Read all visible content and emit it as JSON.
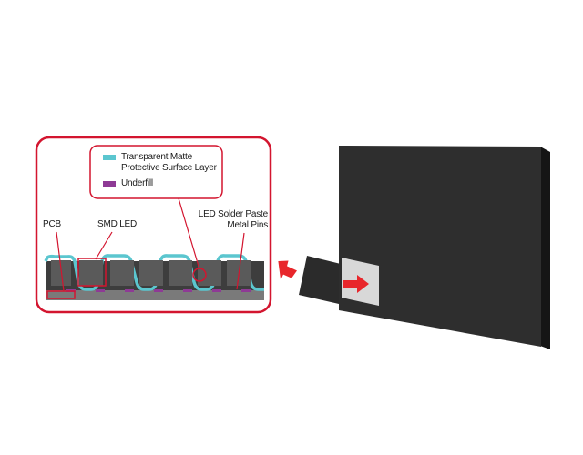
{
  "legend": {
    "items": [
      {
        "label_lines": [
          "Transparent Matte",
          "Protective Surface Layer"
        ],
        "color": "#5bc6cf"
      },
      {
        "label_lines": [
          "Underfill"
        ],
        "color": "#8e3a95"
      }
    ]
  },
  "labels": {
    "pcb": "PCB",
    "smd_led": "SMD LED",
    "solder_line1": "LED Solder Paste",
    "solder_line2": "Metal Pins"
  },
  "colors": {
    "frame": "#d3152f",
    "arrow": "#e8262b",
    "panel": "#2b2b2b",
    "panel_side": "#141414",
    "led": "#555555",
    "pcb": "#777777"
  }
}
